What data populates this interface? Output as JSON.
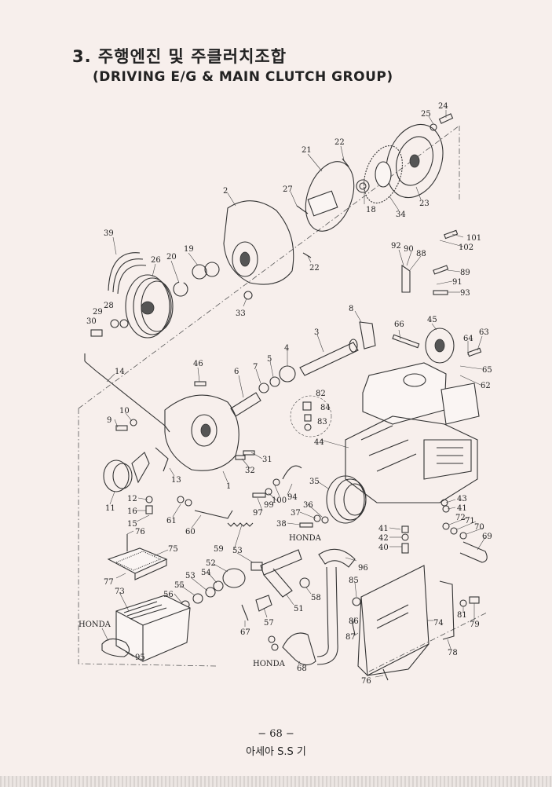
{
  "page": {
    "title": "3. 주행엔진 및 주클러치조합",
    "subtitle": "(DRIVING E/G & MAIN CLUTCH GROUP)",
    "page_number": "− 68 −",
    "publisher": "아세아 S.S 기"
  },
  "labels": [
    {
      "id": "24",
      "text": "24"
    },
    {
      "id": "25",
      "text": "25"
    },
    {
      "id": "22a",
      "text": "22"
    },
    {
      "id": "21",
      "text": "21"
    },
    {
      "id": "27",
      "text": "27"
    },
    {
      "id": "2",
      "text": "2"
    },
    {
      "id": "18",
      "text": "18"
    },
    {
      "id": "34",
      "text": "34"
    },
    {
      "id": "23",
      "text": "23"
    },
    {
      "id": "39",
      "text": "39"
    },
    {
      "id": "26",
      "text": "26"
    },
    {
      "id": "20",
      "text": "20"
    },
    {
      "id": "19",
      "text": "19"
    },
    {
      "id": "22b",
      "text": "22"
    },
    {
      "id": "33",
      "text": "33"
    },
    {
      "id": "101",
      "text": "101"
    },
    {
      "id": "102",
      "text": "102"
    },
    {
      "id": "92",
      "text": "92"
    },
    {
      "id": "90",
      "text": "90"
    },
    {
      "id": "88",
      "text": "88"
    },
    {
      "id": "89",
      "text": "89"
    },
    {
      "id": "91",
      "text": "91"
    },
    {
      "id": "93",
      "text": "93"
    },
    {
      "id": "28",
      "text": "28"
    },
    {
      "id": "29",
      "text": "29"
    },
    {
      "id": "30",
      "text": "30"
    },
    {
      "id": "8",
      "text": "8"
    },
    {
      "id": "66",
      "text": "66"
    },
    {
      "id": "45",
      "text": "45"
    },
    {
      "id": "63",
      "text": "63"
    },
    {
      "id": "64",
      "text": "64"
    },
    {
      "id": "65",
      "text": "65"
    },
    {
      "id": "62",
      "text": "62"
    },
    {
      "id": "3",
      "text": "3"
    },
    {
      "id": "4",
      "text": "4"
    },
    {
      "id": "5",
      "text": "5"
    },
    {
      "id": "7",
      "text": "7"
    },
    {
      "id": "6",
      "text": "6"
    },
    {
      "id": "46",
      "text": "46"
    },
    {
      "id": "14",
      "text": "14"
    },
    {
      "id": "82",
      "text": "82"
    },
    {
      "id": "84",
      "text": "84"
    },
    {
      "id": "83",
      "text": "83"
    },
    {
      "id": "10",
      "text": "10"
    },
    {
      "id": "9",
      "text": "9"
    },
    {
      "id": "44",
      "text": "44"
    },
    {
      "id": "31",
      "text": "31"
    },
    {
      "id": "32",
      "text": "32"
    },
    {
      "id": "13",
      "text": "13"
    },
    {
      "id": "1",
      "text": "1"
    },
    {
      "id": "35",
      "text": "35"
    },
    {
      "id": "11",
      "text": "11"
    },
    {
      "id": "12",
      "text": "12"
    },
    {
      "id": "16",
      "text": "16"
    },
    {
      "id": "15",
      "text": "15"
    },
    {
      "id": "61",
      "text": "61"
    },
    {
      "id": "60",
      "text": "60"
    },
    {
      "id": "94",
      "text": "94"
    },
    {
      "id": "99",
      "text": "99"
    },
    {
      "id": "100",
      "text": "100"
    },
    {
      "id": "97",
      "text": "97"
    },
    {
      "id": "36",
      "text": "36"
    },
    {
      "id": "37",
      "text": "37"
    },
    {
      "id": "43",
      "text": "43"
    },
    {
      "id": "41a",
      "text": "41"
    },
    {
      "id": "72",
      "text": "72"
    },
    {
      "id": "71",
      "text": "71"
    },
    {
      "id": "70",
      "text": "70"
    },
    {
      "id": "69",
      "text": "69"
    },
    {
      "id": "38",
      "text": "38"
    },
    {
      "id": "honda1",
      "text": "HONDA"
    },
    {
      "id": "41b",
      "text": "41"
    },
    {
      "id": "42",
      "text": "42"
    },
    {
      "id": "40",
      "text": "40"
    },
    {
      "id": "76a",
      "text": "76"
    },
    {
      "id": "75",
      "text": "75"
    },
    {
      "id": "59",
      "text": "59"
    },
    {
      "id": "96",
      "text": "96"
    },
    {
      "id": "52",
      "text": "52"
    },
    {
      "id": "53a",
      "text": "53"
    },
    {
      "id": "54",
      "text": "54"
    },
    {
      "id": "53b",
      "text": "53"
    },
    {
      "id": "55",
      "text": "55"
    },
    {
      "id": "77",
      "text": "77"
    },
    {
      "id": "73",
      "text": "73"
    },
    {
      "id": "56",
      "text": "56"
    },
    {
      "id": "58",
      "text": "58"
    },
    {
      "id": "51",
      "text": "51"
    },
    {
      "id": "85",
      "text": "85"
    },
    {
      "id": "57a",
      "text": "57"
    },
    {
      "id": "67",
      "text": "67"
    },
    {
      "id": "86",
      "text": "86"
    },
    {
      "id": "74",
      "text": "74"
    },
    {
      "id": "81",
      "text": "81"
    },
    {
      "id": "79",
      "text": "79"
    },
    {
      "id": "honda2",
      "text": "HONDA"
    },
    {
      "id": "87",
      "text": "87"
    },
    {
      "id": "95",
      "text": "95"
    },
    {
      "id": "78",
      "text": "78"
    },
    {
      "id": "honda3",
      "text": "HONDA"
    },
    {
      "id": "68",
      "text": "68"
    },
    {
      "id": "76b",
      "text": "76"
    }
  ]
}
